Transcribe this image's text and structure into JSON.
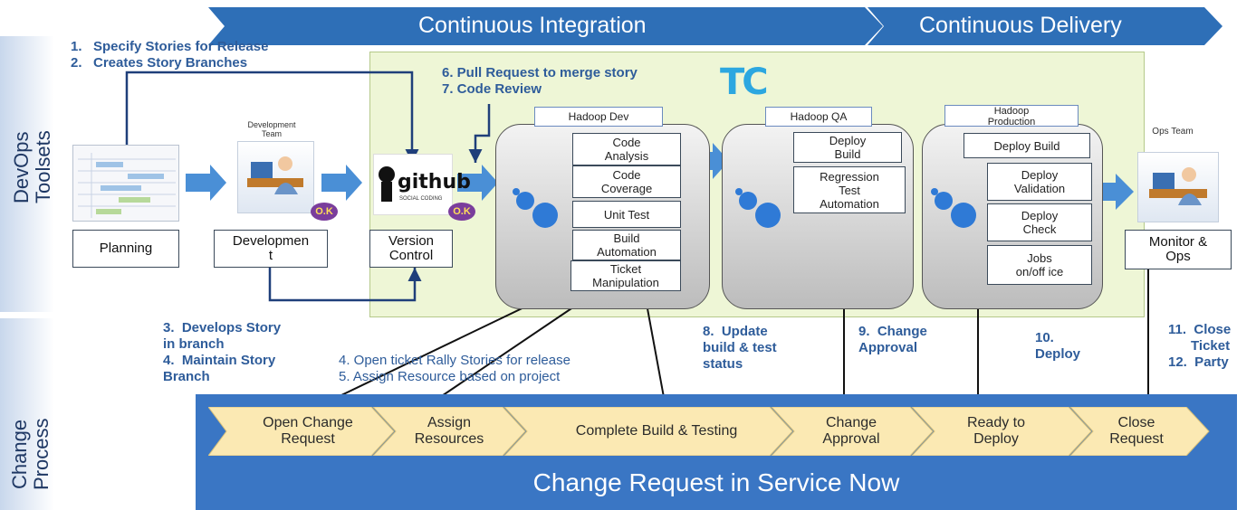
{
  "banner": {
    "ci_label": "Continuous Integration",
    "cd_label": "Continuous Delivery"
  },
  "side_labels": {
    "devops": "DevOps Toolsets",
    "change": "Change Process"
  },
  "notes": {
    "planning_steps": "1.   Specify Stories for Release\n2.   Creates Story Branches",
    "pull_request": "6. Pull Request to merge story\n7. Code Review",
    "develops": "3.  Develops Story\nin branch\n4.  Maintain Story\nBranch",
    "tickets": "4. Open ticket Rally Stories for release\n5. Assign Resource based on project",
    "update_build": "8.  Update\nbuild & test\nstatus",
    "change_approval": "9.  Change\nApproval",
    "deploy": "10.\nDeploy",
    "close": "11.  Close\n      Ticket\n12.  Party"
  },
  "tools": {
    "planning": "Planning",
    "development_caption": "Development\nTeam",
    "development": "Developmen\nt",
    "version_control": "Version\nControl",
    "github": "github",
    "github_sub": "SOCIAL CODING",
    "ok_badge": "O.K",
    "ops_caption": "Ops Team",
    "monitor": "Monitor &\nOps"
  },
  "environments": {
    "dev": {
      "title": "Hadoop Dev",
      "steps": [
        "Code\nAnalysis",
        "Code\nCoverage",
        "Unit Test",
        "Build\nAutomation",
        "Ticket\nManipulation"
      ]
    },
    "qa": {
      "title": "Hadoop QA",
      "steps": [
        "Deploy\nBuild",
        "Regression\nTest\nAutomation"
      ]
    },
    "prod": {
      "title": "Hadoop\nProduction",
      "steps": [
        "Deploy Build",
        "Deploy\nValidation",
        "Deploy\nCheck",
        "Jobs\non/off ice"
      ]
    }
  },
  "logo": "TC",
  "change_process": {
    "chevrons": [
      "Open Change\nRequest",
      "Assign\nResources",
      "Complete Build & Testing",
      "Change\nApproval",
      "Ready to\nDeploy",
      "Close\nRequest"
    ],
    "title": "Change Request in Service Now"
  },
  "colors": {
    "banner": "#2e6fb7",
    "arrow": "#4a8fd6",
    "ci_area": "#eef6d6",
    "change_bg": "#3a76c4",
    "chevron": "#fbe9b3",
    "note_text": "#2e5c9a"
  }
}
